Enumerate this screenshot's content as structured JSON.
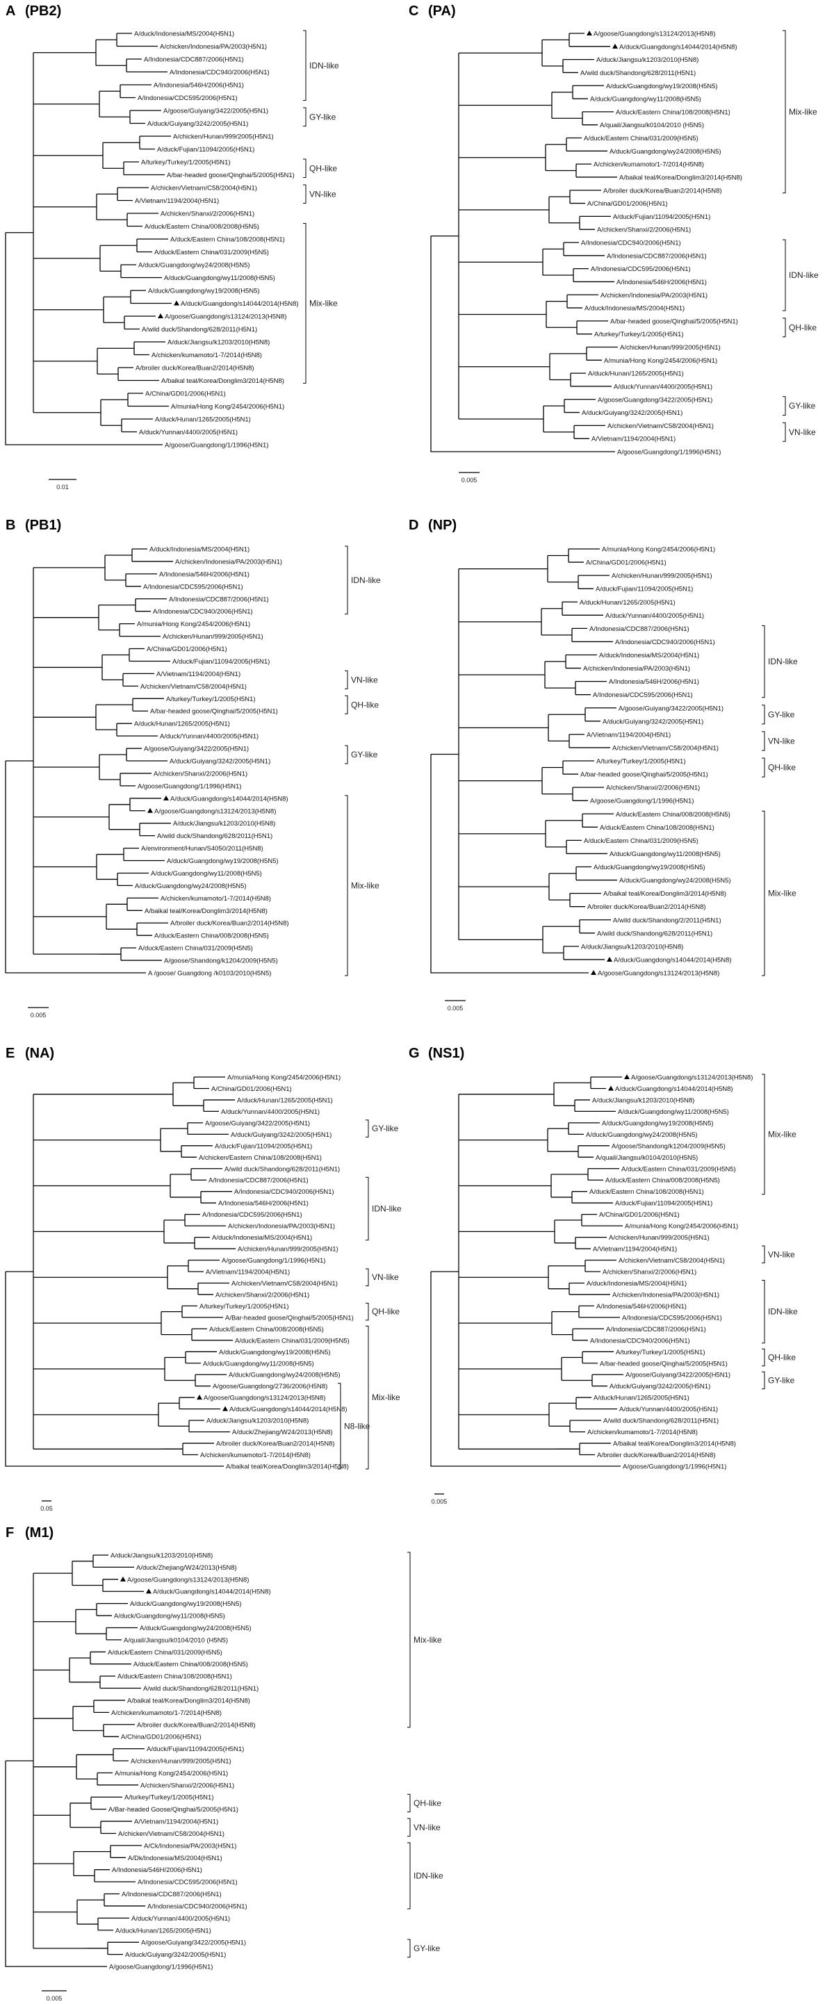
{
  "panels": [
    {
      "id": "A",
      "letter": "A",
      "gene": "(PB2)",
      "scale_label": "0.01",
      "leaves": [
        "A/duck/Indonesia/MS/2004(H5N1)",
        "A/chicken/Indonesia/PA/2003(H5N1)",
        "A/Indonesia/CDC887/2006(H5N1)",
        "A/Indonesia/CDC940/2006(H5N1)",
        "A/Indonesia/546H/2006(H5N1)",
        "A/Indonesia/CDC595/2006(H5N1)",
        "A/goose/Guiyang/3422/2005(H5N1)",
        "A/duck/Guiyang/3242/2005(H5N1)",
        "A/chicken/Hunan/999/2005(H5N1)",
        "A/duck/Fujian/11094/2005(H5N1)",
        "A/turkey/Turkey/1/2005(H5N1)",
        "A/bar-headed goose/Qinghai/5/2005(H5N1)",
        "A/chicken/Vietnam/C58/2004(H5N1)",
        "A/Vietnam/1194/2004(H5N1)",
        "A/chicken/Shanxi/2/2006(H5N1)",
        "A/duck/Eastern China/008/2008(H5N5)",
        "A/duck/Eastern China/108/2008(H5N1)",
        "A/duck/Eastern China/031/2009(H5N5)",
        "A/duck/Guangdong/wy24/2008(H5N5)",
        "A/duck/Guangdong/wy11/2008(H5N5)",
        "A/duck/Guangdong/wy19/2008(H5N5)",
        "A/duck/Guangdong/s14044/2014(H5N8)",
        "A/goose/Guangdong/s13124/2013(H5N8)",
        "A/wild duck/Shandong/628/2011(H5N1)",
        "A/duck/Jiangsu/k1203/2010(H5N8)",
        "A/chicken/kumamoto/1-7/2014(H5N8)",
        "A/broiler duck/Korea/Buan2/2014(H5N8)",
        "A/baikal teal/Korea/Donglim3/2014(H5N8)",
        "A/China/GD01/2006(H5N1)",
        "A/munia/Hong Kong/2454/2006(H5N1)",
        "A/duck/Hunan/1265/2005(H5N1)",
        "A/duck/Yunnan/4400/2005(H5N1)",
        "A/goose/Guangdong/1/1996(H5N1)"
      ],
      "triangles": [
        21,
        22
      ],
      "clades": [
        {
          "label": "IDN-like",
          "from": 0,
          "to": 5
        },
        {
          "label": "GY-like",
          "from": 6,
          "to": 7
        },
        {
          "label": "QH-like",
          "from": 10,
          "to": 11
        },
        {
          "label": "VN-like",
          "from": 12,
          "to": 13
        },
        {
          "label": "Mix-like",
          "from": 15,
          "to": 27
        }
      ]
    },
    {
      "id": "C",
      "letter": "C",
      "gene": "(PA)",
      "scale_label": "0.005",
      "leaves": [
        "A/goose/Guangdong/s13124/2013(H5N8)",
        "A/duck/Guangdong/s14044/2014(H5N8)",
        "A/duck/Jiangsu/k1203/2010(H5N8)",
        "A/wild duck/Shandong/628/2011(H5N1)",
        "A/duck/Guangdong/wy19/2008(H5N5)",
        "A/duck/Guangdong/wy11/2008(H5N5)",
        "A/duck/Eastern China/108/2008(H5N1)",
        "A/quail/Jiangsu/k0104/2010 (H5N5)",
        "A/duck/Eastern China/031/2009(H5N5)",
        "A/duck/Guangdong/wy24/2008(H5N5)",
        "A/chicken/kumamoto/1-7/2014(H5N8)",
        "A/baikal teal/Korea/Donglim3/2014(H5N8)",
        "A/broiler duck/Korea/Buan2/2014(H5N8)",
        "A/China/GD01/2006(H5N1)",
        "A/duck/Fujian/11094/2005(H5N1)",
        "A/chicken/Shanxi/2/2006(H5N1)",
        "A/Indonesia/CDC940/2006(H5N1)",
        "A/Indonesia/CDC887/2006(H5N1)",
        "A/Indonesia/CDC595/2006(H5N1)",
        "A/Indonesia/546H/2006(H5N1)",
        "A/chicken/Indonesia/PA/2003(H5N1)",
        "A/duck/Indonesia/MS/2004(H5N1)",
        "A/bar-headed goose/Qinghai/5/2005(H5N1)",
        "A/turkey/Turkey/1/2005(H5N1)",
        "A/chicken/Hunan/999/2005(H5N1)",
        "A/munia/Hong Kong/2454/2006(H5N1)",
        "A/duck/Hunan/1265/2005(H5N1)",
        "A/duck/Yunnan/4400/2005(H5N1)",
        "A/goose/Guangdong/3422/2005(H5N1)",
        "A/duck/Guiyang/3242/2005(H5N1)",
        "A/chicken/Vietnam/C58/2004(H5N1)",
        "A/Vietnam/1194/2004(H5N1)",
        "A/goose/Guangdong/1/1996(H5N1)"
      ],
      "triangles": [
        0,
        1
      ],
      "clades": [
        {
          "label": "Mix-like",
          "from": 0,
          "to": 12
        },
        {
          "label": "IDN-like",
          "from": 16,
          "to": 21
        },
        {
          "label": "QH-like",
          "from": 22,
          "to": 23
        },
        {
          "label": "GY-like",
          "from": 28,
          "to": 29
        },
        {
          "label": "VN-like",
          "from": 30,
          "to": 31
        }
      ]
    },
    {
      "id": "B",
      "letter": "B",
      "gene": "(PB1)",
      "scale_label": "0.005",
      "leaves": [
        "A/duck/Indonesia/MS/2004(H5N1)",
        "A/chicken/Indonesia/PA/2003(H5N1)",
        "A/Indonesia/546H/2006(H5N1)",
        "A/Indonesia/CDC595/2006(H5N1)",
        "A/Indonesia/CDC887/2006(H5N1)",
        "A/Indonesia/CDC940/2006(H5N1)",
        "A/munia/Hong Kong/2454/2006(H5N1)",
        "A/chicken/Hunan/999/2005(H5N1)",
        "A/China/GD01/2006(H5N1)",
        "A/duck/Fujian/11094/2005(H5N1)",
        "A/Vietnam/1194/2004(H5N1)",
        "A/chicken/Vietnam/C58/2004(H5N1)",
        "A/turkey/Turkey/1/2005(H5N1)",
        "A/bar-headed goose/Qinghai/5/2005(H5N1)",
        "A/duck/Hunan/1265/2005(H5N1)",
        "A/duck/Yunnan/4400/2005(H5N1)",
        "A/goose/Guiyang/3422/2005(H5N1)",
        "A/duck/Guiyang/3242/2005(H5N1)",
        "A/chicken/Shanxi/2/2006(H5N1)",
        "A/goose/Guangdong/1/1996(H5N1)",
        "A/duck/Guangdong/s14044/2014(H5N8)",
        "A/goose/Guangdong/s13124/2013(H5N8)",
        "A/duck/Jiangsu/k1203/2010(H5N8)",
        "A/wild duck/Shandong/628/2011(H5N1)",
        "A/environment/Hunan/S4050/2011(H5N8)",
        "A/duck/Guangdong/wy19/2008(H5N5)",
        "A/duck/Guangdong/wy11/2008(H5N5)",
        "A/duck/Guangdong/wy24/2008(H5N5)",
        "A/chicken/kumamoto/1-7/2014(H5N8)",
        "A/baikal teal/Korea/Donglim3/2014(H5N8)",
        "A/broiler duck/Korea/Buan2/2014(H5N8)",
        "A/duck/Eastern China/008/2008(H5N5)",
        "A/duck/Eastern China/031/2009(H5N5)",
        "A/goose/Shandong/k1204/2009(H5N5)",
        "A /goose/ Guangdong /k0103/2010(H5N5)"
      ],
      "triangles": [
        20,
        21
      ],
      "clades": [
        {
          "label": "IDN-like",
          "from": 0,
          "to": 5
        },
        {
          "label": "VN-like",
          "from": 10,
          "to": 11
        },
        {
          "label": "QH-like",
          "from": 12,
          "to": 13
        },
        {
          "label": "GY-like",
          "from": 16,
          "to": 17
        },
        {
          "label": "Mix-like",
          "from": 20,
          "to": 34
        }
      ]
    },
    {
      "id": "D",
      "letter": "D",
      "gene": "(NP)",
      "scale_label": "0.005",
      "leaves": [
        "A/munia/Hong Kong/2454/2006(H5N1)",
        "A/China/GD01/2006(H5N1)",
        "A/chicken/Hunan/999/2005(H5N1)",
        "A/duck/Fujian/11094/2005(H5N1)",
        "A/duck/Hunan/1265/2005(H5N1)",
        "A/duck/Yunnan/4400/2005(H5N1)",
        "A/Indonesia/CDC887/2006(H5N1)",
        "A/Indonesia/CDC940/2006(H5N1)",
        "A/duck/Indonesia/MS/2004(H5N1)",
        "A/chicken/Indonesia/PA/2003(H5N1)",
        "A/Indonesia/546H/2006(H5N1)",
        "A/Indonesia/CDC595/2006(H5N1)",
        "A/goose/Guiyang/3422/2005(H5N1)",
        "A/duck/Guiyang/3242/2005(H5N1)",
        "A/Vietnam/1194/2004(H5N1)",
        "A/chicken/Vietnam/C58/2004(H5N1)",
        "A/turkey/Turkey/1/2005(H5N1)",
        "A/bar-headed goose/Qinghai/5/2005(H5N1)",
        "A/chicken/Shanxi/2/2006(H5N1)",
        "A/goose/Guangdong/1/1996(H5N1)",
        "A/duck/Eastern China/008/2008(H5N5)",
        "A/duck/Eastern China/108/2008(H5N1)",
        "A/duck/Eastern China/031/2009(H5N5)",
        "A/duck/Guangdong/wy11/2008(H5N5)",
        "A/duck/Guangdong/wy19/2008(H5N5)",
        "A/duck/Guangdong/wy24/2008(H5N5)",
        "A/baikal teal/Korea/Donglim3/2014(H5N8)",
        "A/broiler duck/Korea/Buan2/2014(H5N8)",
        "A/wild duck/Shandong/2/2011(H5N1)",
        "A/wild duck/Shandong/628/2011(H5N1)",
        "A/duck/Jiangsu/k1203/2010(H5N8)",
        "A/duck/Guangdong/s14044/2014(H5N8)",
        "A/goose/Guangdong/s13124/2013(H5N8)"
      ],
      "triangles": [
        31,
        32
      ],
      "clades": [
        {
          "label": "IDN-like",
          "from": 6,
          "to": 11
        },
        {
          "label": "GY-like",
          "from": 12,
          "to": 13
        },
        {
          "label": "VN-like",
          "from": 14,
          "to": 15
        },
        {
          "label": "QH-like",
          "from": 16,
          "to": 17
        },
        {
          "label": "Mix-like",
          "from": 20,
          "to": 32
        }
      ]
    },
    {
      "id": "E",
      "letter": "E",
      "gene": "(NA)",
      "scale_label": "0.05",
      "leaves": [
        "A/munia/Hong Kong/2454/2006(H5N1)",
        "A/China/GD01/2006(H5N1)",
        "A/duck/Hunan/1265/2005(H5N1)",
        "A/duck/Yunnan/4400/2005(H5N1)",
        "A/goose/Guiyang/3422/2005(H5N1)",
        "A/duck/Guiyang/3242/2005(H5N1)",
        "A/duck/Fujian/11094/2005(H5N1)",
        "A/chicken/Eastern China/108/2008(H5N1)",
        "A/wild duck/Shandong/628/2011(H5N1)",
        "A/Indonesia/CDC887/2006(H5N1)",
        "A/Indonesia/CDC940/2006(H5N1)",
        "A/Indonesia/546H/2006(H5N1)",
        "A/Indonesia/CDC595/2006(H5N1)",
        "A/chicken/Indonesia/PA/2003(H5N1)",
        "A/duck/Indonesia/MS/2004(H5N1)",
        "A/chicken/Hunan/999/2005(H5N1)",
        "A/goose/Guangdong/1/1996(H5N1)",
        "A/Vietnam/1194/2004(H5N1)",
        "A/chicken/Vietnam/C58/2004(H5N1)",
        "A/chicken/Shanxi/2/2006(H5N1)",
        "A/turkey/Turkey/1/2005(H5N1)",
        "A/Bar-headed goose/Qinghai/5/2005(H5N1)",
        "A/duck/Eastern China/008/2008(H5N5)",
        "A/duck/Eastern China/031/2009(H5N5)",
        "A/duck/Guangdong/wy19/2008(H5N5)",
        "A/duck/Guangdong/wy11/2008(H5N5)",
        "A/duck/Guangdong/wy24/2008(H5N5)",
        "A/goose/Guangdong/2736/2006(H5N8)",
        "A/goose/Guangdong/s13124/2013(H5N8)",
        "A/duck/Guangdong/s14044/2014(H5N8)",
        "A/duck/Jiangsu/k1203/2010(H5N8)",
        "A/duck/Zhejiang/W24/2013(H5N8)",
        "A/broiler duck/Korea/Buan2/2014(H5N8)",
        "A/chicken/kumamoto/1-7/2014(H5N8)",
        "A/baikal teal/Korea/Donglim3/2014(H5N8)"
      ],
      "triangles": [
        28,
        29
      ],
      "clades": [
        {
          "label": "GY-like",
          "from": 4,
          "to": 5
        },
        {
          "label": "IDN-like",
          "from": 9,
          "to": 14
        },
        {
          "label": "VN-like",
          "from": 17,
          "to": 18
        },
        {
          "label": "QH-like",
          "from": 20,
          "to": 21
        },
        {
          "label": "Mix-like",
          "from": 22,
          "to": 34
        },
        {
          "label": "N8-like",
          "from": 27,
          "to": 34
        }
      ]
    },
    {
      "id": "G",
      "letter": "G",
      "gene": "(NS1)",
      "scale_label": "0.005",
      "leaves": [
        "A/goose/Guangdong/s13124/2013(H5N8)",
        "A/duck/Guangdong/s14044/2014(H5N8)",
        "A/duck/Jiangsu/k1203/2010(H5N8)",
        "A/duck/Guangdong/wy11/2008(H5N5)",
        "A/duck/Guangdong/wy19/2008(H5N5)",
        "A/duck/Guangdong/wy24/2008(H5N5)",
        "A/goose/Shandong/k1204/2009(H5N5)",
        "A/quail/Jiangsu/k0104/2010(H5N5)",
        "A/duck/Eastern China/031/2009(H5N5)",
        "A/duck/Eastern China/008/2008(H5N5)",
        "A/duck/Eastern China/108/2008(H5N1)",
        "A/duck/Fujian/11094/2005(H5N1)",
        "A/China/GD01/2006(H5N1)",
        "A/munia/Hong Kong/2454/2006(H5N1)",
        "A/chicken/Hunan/999/2005(H5N1)",
        "A/Vietnam/1194/2004(H5N1)",
        "A/chicken/Vietnam/C58/2004(H5N1)",
        "A/chicken/Shanxi/2/2006(H5N1)",
        "A/duck/Indonesia/MS/2004(H5N1)",
        "A/chicken/Indonesia/PA/2003(H5N1)",
        "A/Indonesia/546H/2006(H5N1)",
        "A/Indonesia/CDC595/2006(H5N1)",
        "A/Indonesia/CDC887/2006(H5N1)",
        "A/Indonesia/CDC940/2006(H5N1)",
        "A/turkey/Turkey/1/2005(H5N1)",
        "A/bar-headed goose/Qinghai/5/2005(H5N1)",
        "A/goose/Guiyang/3422/2005(H5N1)",
        "A/duck/Guiyang/3242/2005(H5N1)",
        "A/duck/Hunan/1265/2005(H5N1)",
        "A/duck/Yunnan/4400/2005(H5N1)",
        "A/wild duck/Shandong/628/2011(H5N1)",
        "A/chicken/kumamoto/1-7/2014(H5N8)",
        "A/baikal teal/Korea/Donglim3/2014(H5N8)",
        "A/broiler duck/Korea/Buan2/2014(H5N8)",
        "A/goose/Guangdong/1/1996(H5N1)"
      ],
      "triangles": [
        0,
        1
      ],
      "clades": [
        {
          "label": "Mix-like",
          "from": 0,
          "to": 10
        },
        {
          "label": "VN-like",
          "from": 15,
          "to": 16
        },
        {
          "label": "IDN-like",
          "from": 18,
          "to": 23
        },
        {
          "label": "QH-like",
          "from": 24,
          "to": 25
        },
        {
          "label": "GY-like",
          "from": 26,
          "to": 27
        }
      ]
    },
    {
      "id": "F",
      "letter": "F",
      "gene": "(M1)",
      "scale_label": "0.005",
      "leaves": [
        "A/duck/Jiangsu/k1203/2010(H5N8)",
        "A/duck/Zhejiang/W24/2013(H5N8)",
        "A/goose/Guangdong/s13124/2013(H5N8)",
        "A/duck/Guangdong/s14044/2014(H5N8)",
        "A/duck/Guangdong/wy19/2008(H5N5)",
        "A/duck/Guangdong/wy11/2008(H5N5)",
        "A/duck/Guangdong/wy24/2008(H5N5)",
        "A/quail/Jiangsu/k0104/2010 (H5N5)",
        "A/duck/Eastern China/031/2009(H5N5)",
        "A/duck/Eastern China/008/2008(H5N5)",
        "A/duck/Eastern China/108/2008(H5N1)",
        "A/wild duck/Shandong/628/2011(H5N1)",
        "A/baikal teal/Korea/Donglim3/2014(H5N8)",
        "A/chicken/kumamoto/1-7/2014(H5N8)",
        "A/broiler duck/Korea/Buan2/2014(H5N8)",
        "A/China/GD01/2006(H5N1)",
        "A/duck/Fujian/11094/2005(H5N1)",
        "A/chicken/Hunan/999/2005(H5N1)",
        "A/munia/Hong Kong/2454/2006(H5N1)",
        "A/chicken/Shanxi/2/2006(H5N1)",
        "A/turkey/Turkey/1/2005(H5N1)",
        "A/Bar-headed Goose/Qinghai/5/2005(H5N1)",
        "A/Vietnam/1194/2004(H5N1)",
        "A/chicken/Vietnam/C58/2004(H5N1)",
        "A/Ck/Indonesia/PA/2003(H5N1)",
        "A/Dk/Indonesia/MS/2004(H5N1)",
        "A/Indonesia/546H/2006(H5N1)",
        "A/Indonesia/CDC595/2006(H5N1)",
        "A/Indonesia/CDC887/2006(H5N1)",
        "A/Indonesia/CDC940/2006(H5N1)",
        "A/duck/Yunnan/4400/2005(H5N1)",
        "A/duck/Hunan/1265/2005(H5N1)",
        "A/goose/Guiyang/3422/2005(H5N1)",
        "A/duck/Guiyang/3242/2005(H5N1)",
        "A/goose/Guangdong/1/1996(H5N1)"
      ],
      "triangles": [
        2,
        3
      ],
      "clades": [
        {
          "label": "Mix-like",
          "from": 0,
          "to": 14
        },
        {
          "label": "QH-like",
          "from": 20,
          "to": 21
        },
        {
          "label": "VN-like",
          "from": 22,
          "to": 23
        },
        {
          "label": "IDN-like",
          "from": 24,
          "to": 29
        },
        {
          "label": "GY-like",
          "from": 32,
          "to": 33
        }
      ]
    }
  ]
}
